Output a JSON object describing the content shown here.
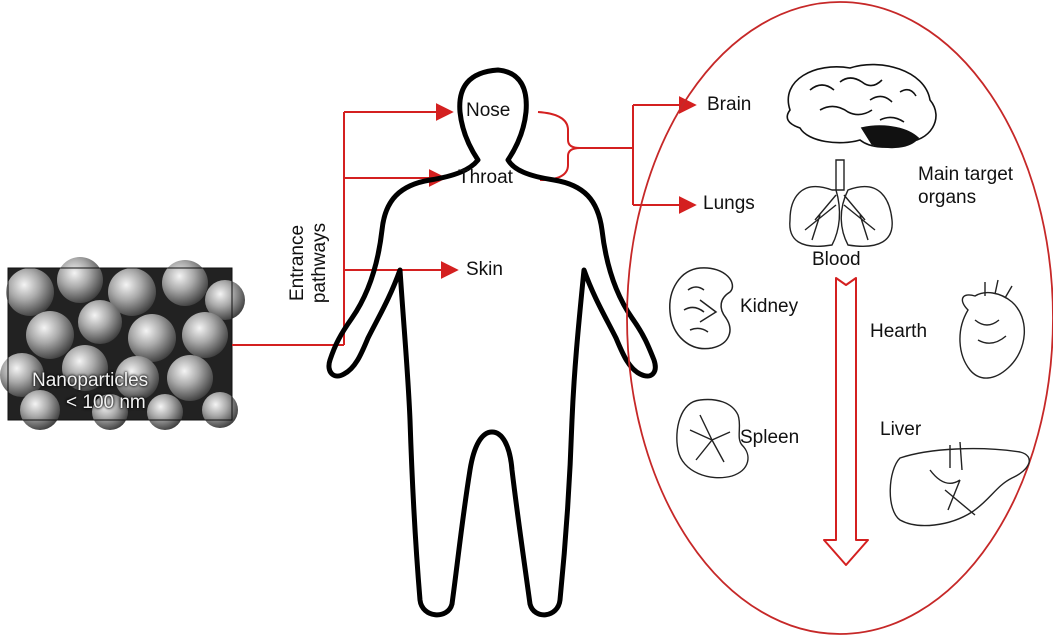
{
  "nanoparticles": {
    "line1": "Nanoparticles",
    "line2": "< 100 nm"
  },
  "entrance": {
    "line1": "Entrance",
    "line2": "pathways"
  },
  "routes": {
    "nose": "Nose",
    "throat": "Throat",
    "skin": "Skin"
  },
  "organs": {
    "brain": "Brain",
    "lungs": "Lungs",
    "main_target_line1": "Main target",
    "main_target_line2": "organs",
    "blood": "Blood",
    "kidney": "Kidney",
    "hearth": "Hearth",
    "spleen": "Spleen",
    "liver": "Liver"
  },
  "colors": {
    "arrow": "#d42020",
    "outline": "#000000",
    "ellipse": "#c62828"
  }
}
